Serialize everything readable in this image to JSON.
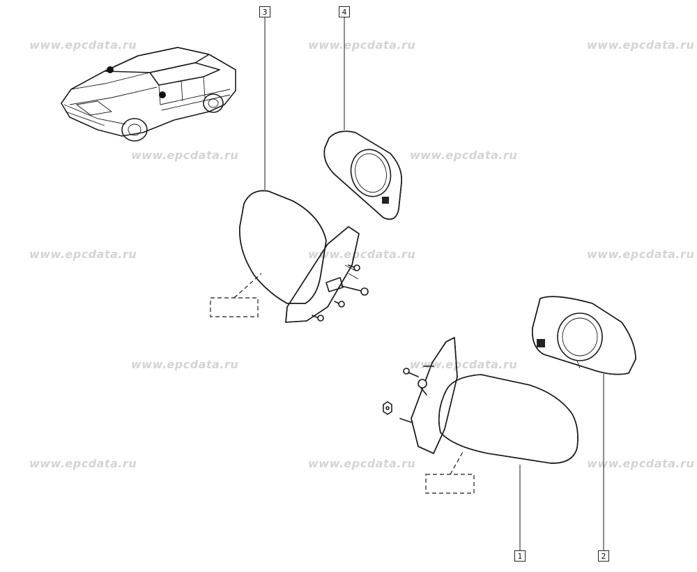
{
  "watermark": "www.epcdata.ru",
  "callouts": {
    "part1": "1",
    "part2": "2",
    "part3": "3",
    "part4": "4"
  },
  "parts": [
    {
      "id": "part1",
      "icon": "right-mirror-assembly-icon"
    },
    {
      "id": "part2",
      "icon": "right-mirror-glass-icon"
    },
    {
      "id": "part3",
      "icon": "left-mirror-assembly-icon"
    },
    {
      "id": "part4",
      "icon": "left-mirror-glass-icon"
    }
  ]
}
